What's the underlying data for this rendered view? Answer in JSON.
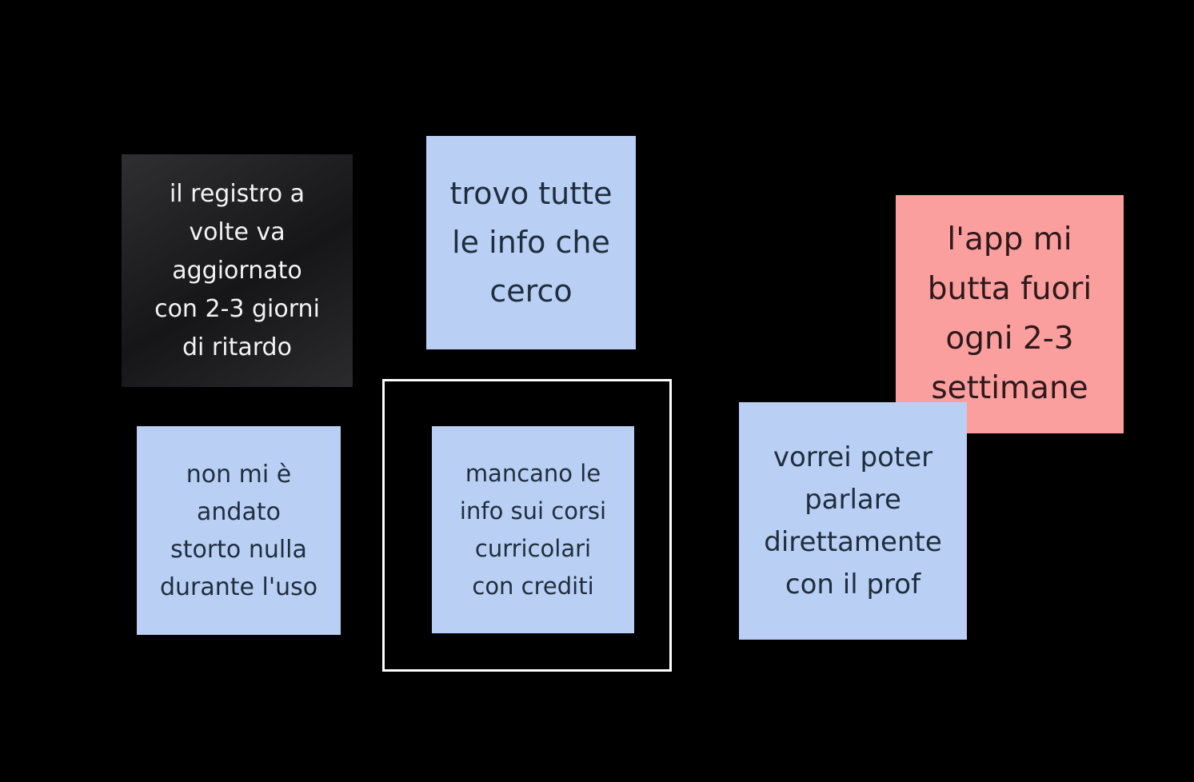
{
  "board": {
    "background": "#000000"
  },
  "colors": {
    "note_blue": "#b9cff3",
    "note_pink": "#fa9f9e",
    "note_dark_gradient_start": "#2f2f31",
    "note_dark_gradient_end": "#161618",
    "text_on_blue": "#1f2e3e",
    "text_on_pink": "#2f191b",
    "text_on_dark": "#f3f3f3",
    "selection_border": "#ffffff"
  },
  "notes": {
    "registro": {
      "color": "dark",
      "lines": [
        "il registro a",
        "volte va",
        "aggiornato",
        "con 2-3 giorni",
        "di ritardo"
      ]
    },
    "trovo": {
      "color": "blue",
      "lines": [
        "trovo tutte",
        "le info che",
        "cerco"
      ]
    },
    "app": {
      "color": "pink",
      "lines": [
        "l'app mi",
        "butta fuori",
        "ogni 2-3",
        "settimane"
      ]
    },
    "non": {
      "color": "blue",
      "lines": [
        "non mi è",
        "andato",
        "storto nulla",
        "durante l'uso"
      ]
    },
    "mancano": {
      "color": "blue",
      "selected": true,
      "lines": [
        "mancano le",
        "info sui corsi",
        "curricolari",
        "con crediti"
      ]
    },
    "vorrei": {
      "color": "blue",
      "lines": [
        "vorrei poter",
        "parlare",
        "direttamente",
        "con il prof"
      ]
    }
  }
}
